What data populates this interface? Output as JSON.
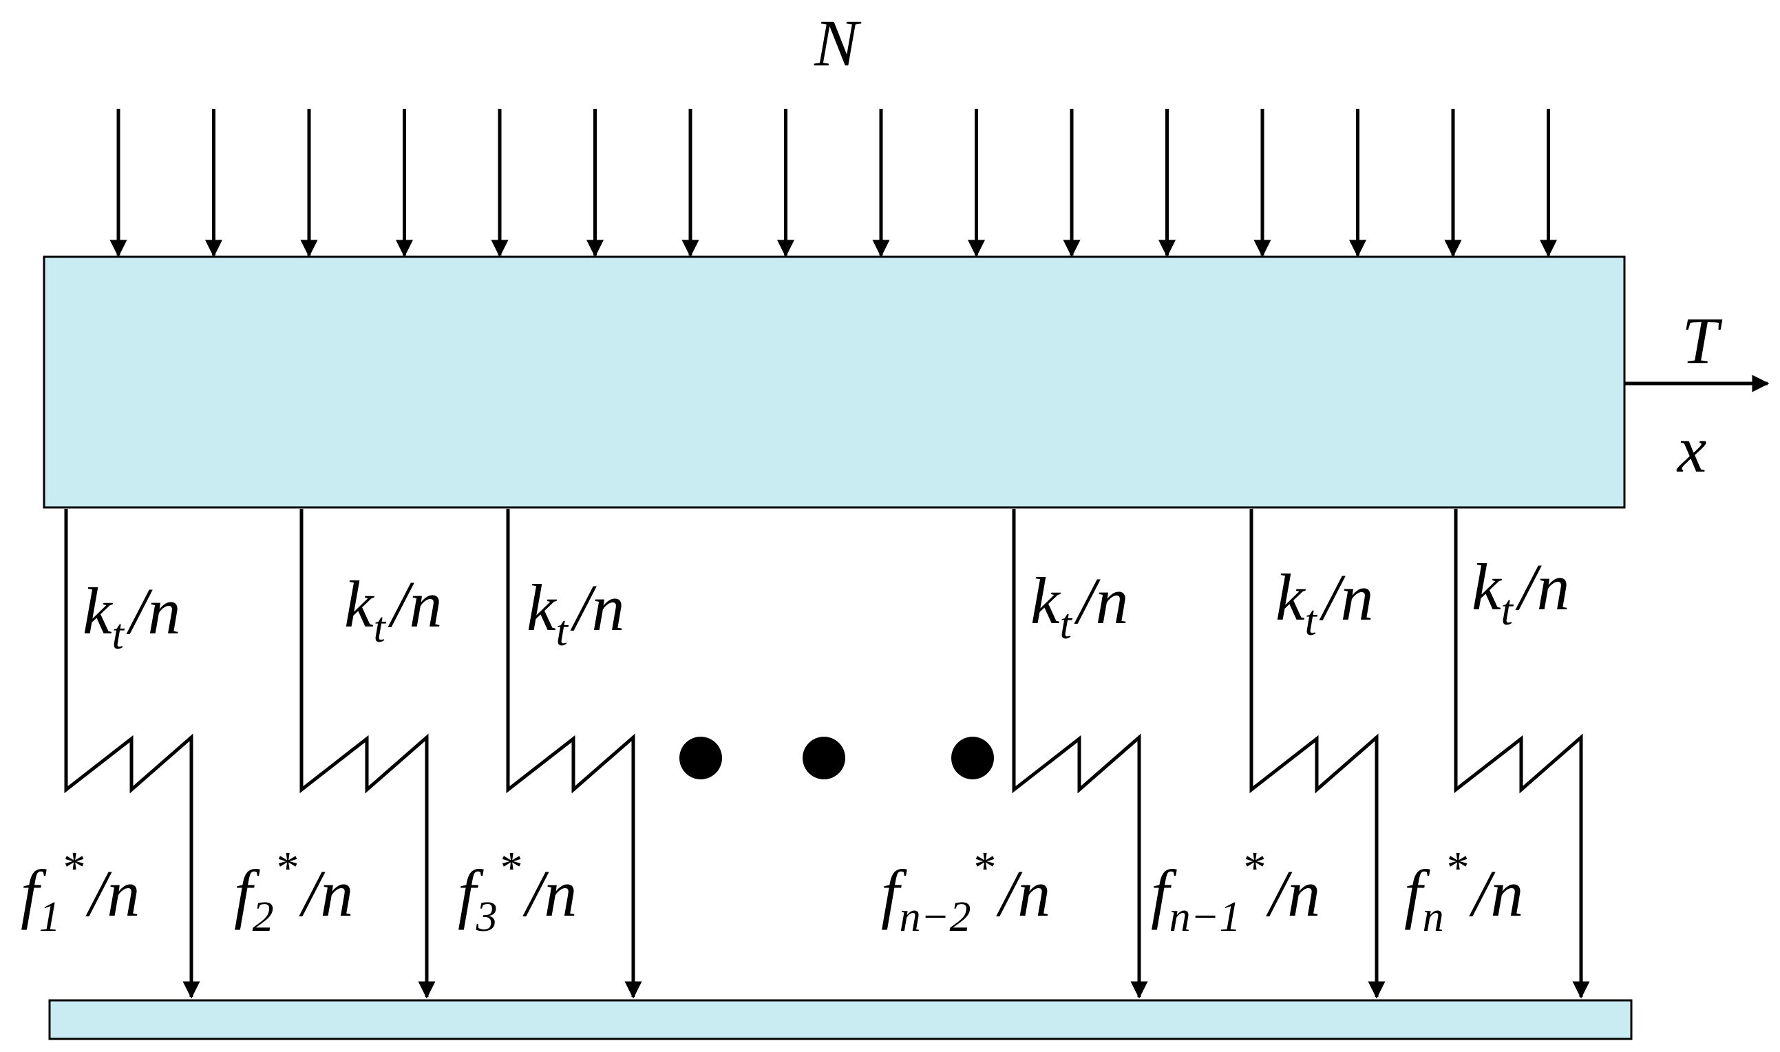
{
  "load_label": "N",
  "force_label": "T",
  "axis_label": "x",
  "stiffness": {
    "k": "k",
    "sub": "t",
    "tail": "/n"
  },
  "friction_labels": [
    {
      "f": "f",
      "sub": "1",
      "star": "*",
      "tail": "/n"
    },
    {
      "f": "f",
      "sub": "2",
      "star": "*",
      "tail": "/n"
    },
    {
      "f": "f",
      "sub": "3",
      "star": "*",
      "tail": "/n"
    },
    {
      "f": "f",
      "sub": "n−2",
      "star": "*",
      "tail": "/n"
    },
    {
      "f": "f",
      "sub": "n−1",
      "star": "*",
      "tail": "/n"
    },
    {
      "f": "f",
      "sub": "n",
      "star": "*",
      "tail": "/n"
    }
  ],
  "load_arrow_count": 16,
  "colors": {
    "block": "#c8ecf2",
    "stroke": "#000000"
  }
}
